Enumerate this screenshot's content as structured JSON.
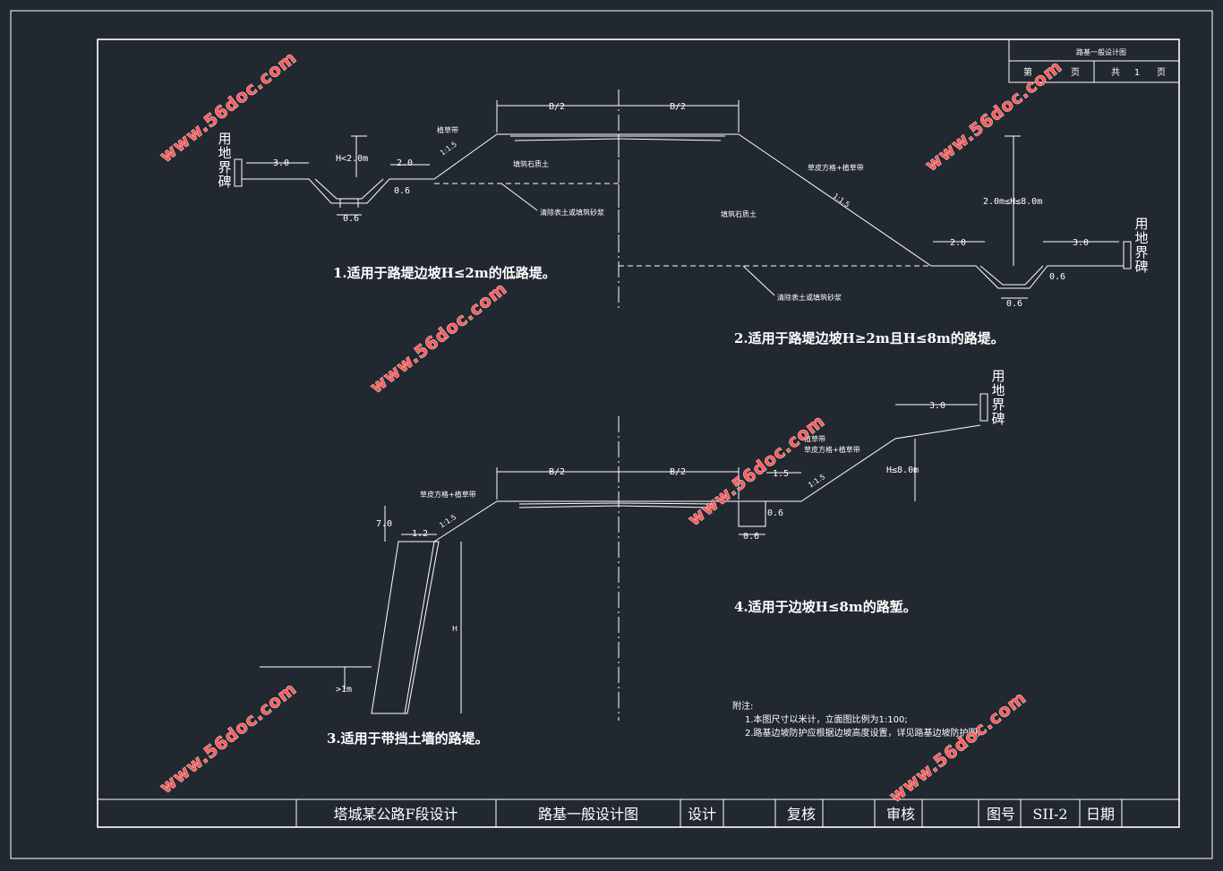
{
  "title_block": {
    "project": "塔城某公路F段设计",
    "drawing_name": "路基一般设计图",
    "design": "设计",
    "review": "复核",
    "audit": "审核",
    "drawing_no_label": "图号",
    "drawing_no": "SII-2",
    "date": "日期"
  },
  "corner_block": {
    "title": "路基一般设计图",
    "page_prefix": "第",
    "page_unit": "页",
    "total_prefix": "共",
    "total": "1",
    "total_unit": "页"
  },
  "captions": {
    "c1": "1.适用于路堤边坡H≤2m的低路堤。",
    "c2": "2.适用于路堤边坡H≥2m且H≤8m的路堤。",
    "c3": "3.适用于带挡土墙的路堤。",
    "c4": "4.适用于边坡H≤8m的路堑。"
  },
  "notes": {
    "heading": "附注:",
    "n1": "1.本图尺寸以米计，立面图比例为1:100;",
    "n2": "2.路基边坡防护应根据边坡高度设置，详见路基边坡防护图;"
  },
  "boundary_marker": "用地界碑",
  "labels": {
    "grass": "植草带",
    "fill": "填筑石质土",
    "remove": "清除表土或填筑砂浆",
    "remove2": "清除表土或填筑砂浆",
    "fill2": "填筑石质土",
    "grid_grass": "草皮方格+植草带",
    "grid_grass3": "草皮方格+植草带",
    "grid_grass4": "草皮方格+植草带",
    "grass4": "植草带"
  },
  "dims": {
    "b2": "B/2",
    "d30": "3.0",
    "d20": "2.0",
    "d06": "0.6",
    "d15": "1.5",
    "d12": "1.2",
    "d70": "7.0",
    "slope": "1:1.5",
    "h_low": "H<2.0m",
    "h_mid": "2.0m≤H≤8.0m",
    "h_cut": "H≤8.0m",
    "h": "H",
    "gt1m": ">1m"
  },
  "watermark": "www.56doc.com"
}
